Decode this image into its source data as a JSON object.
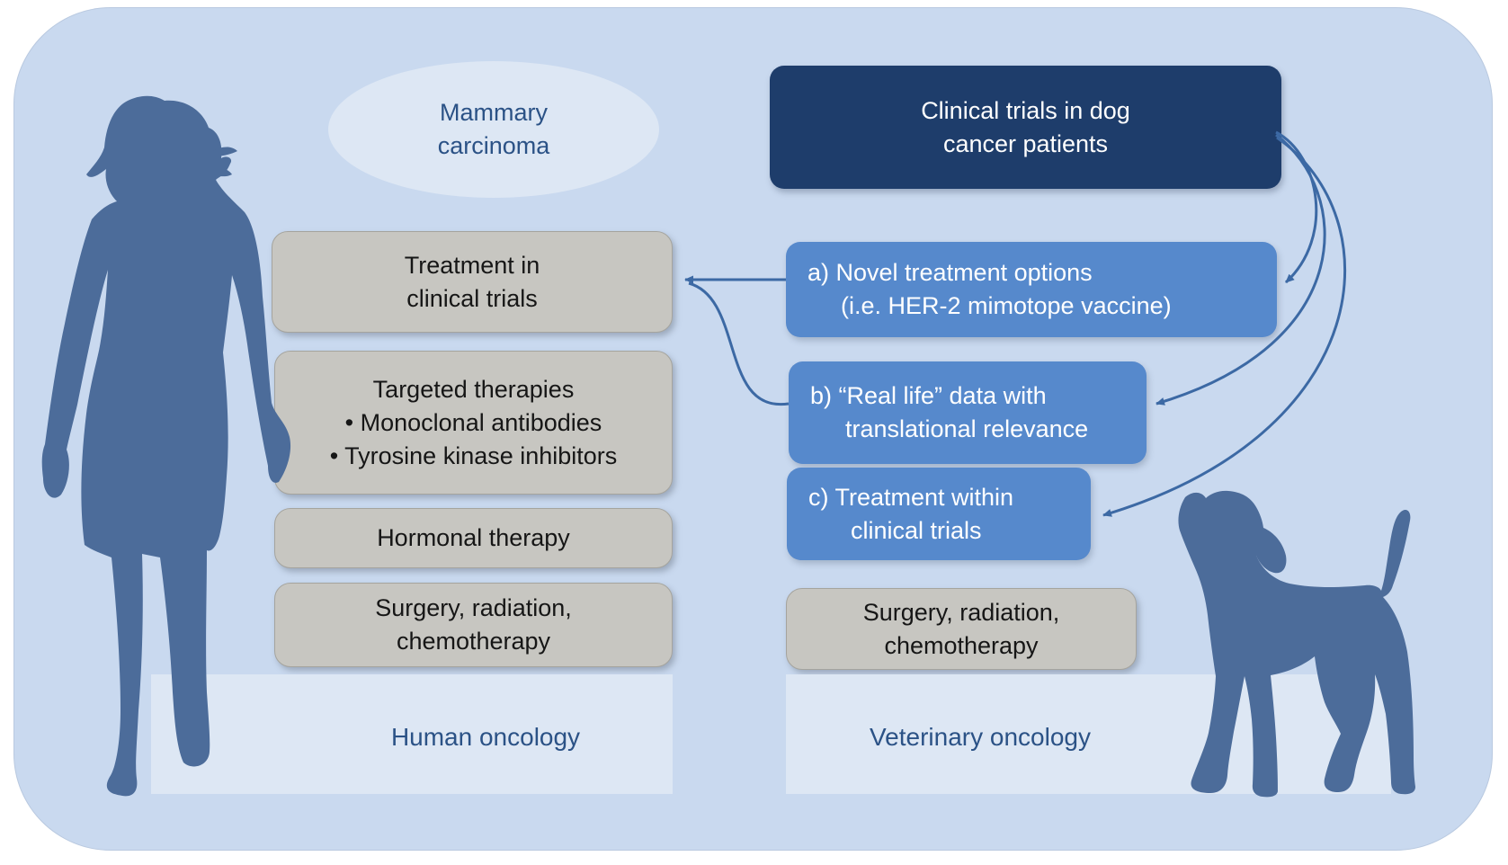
{
  "figure": {
    "mammary_ellipse": {
      "lines": [
        "Mammary",
        "carcinoma"
      ]
    },
    "dog_trials_box": {
      "lines": [
        "Clinical trials in dog",
        "cancer patients"
      ]
    },
    "human_column": {
      "treatment_trials_box": {
        "lines": [
          "Treatment in",
          "clinical trials"
        ]
      },
      "targeted_box": {
        "lines": [
          "Targeted therapies",
          "• Monoclonal antibodies",
          "• Tyrosine kinase inhibitors"
        ]
      },
      "hormonal_box": {
        "lines": [
          "Hormonal therapy"
        ]
      },
      "surgery_box": {
        "lines": [
          "Surgery, radiation,",
          "chemotherapy"
        ]
      },
      "band_label": "Human oncology"
    },
    "vet_column": {
      "option_a_box": {
        "lines": [
          "a) Novel treatment options",
          "(i.e. HER-2 mimotope vaccine)"
        ]
      },
      "option_b_box": {
        "lines": [
          "b) “Real life” data with",
          "translational relevance"
        ]
      },
      "option_c_box": {
        "lines": [
          "c) Treatment within",
          "clinical trials"
        ]
      },
      "surgery_box": {
        "lines": [
          "Surgery, radiation,",
          "chemotherapy"
        ]
      },
      "band_label": "Veterinary oncology"
    },
    "colors": {
      "panel_bg": "#c9d9ef",
      "band_bg": "#dde7f4",
      "navy_box": "#1e3d6b",
      "blue_box": "#5689cc",
      "gray_box": "#c7c6c1",
      "arrow": "#3c69a4",
      "silhouette": "#4c6c9a",
      "label_text": "#2b5286"
    }
  }
}
